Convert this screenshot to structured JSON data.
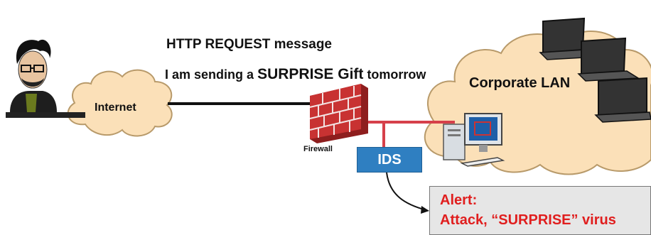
{
  "message": {
    "title": "HTTP REQUEST message",
    "body_prefix": "I am sending a",
    "body_emphasis": "SURPRISE Gift",
    "body_suffix": "tomorrow"
  },
  "nodes": {
    "internet_label": "Internet",
    "firewall_label": "Firewall",
    "lan_label": "Corporate LAN",
    "ids_label": "IDS"
  },
  "alert": {
    "line1": "Alert:",
    "line2": "Attack, “SURPRISE” virus"
  },
  "colors": {
    "firewall_brick": "#c83232",
    "ids_blue": "#2f7fc1",
    "cloud_fill": "#fbe0b8",
    "cloud_stroke": "#b89a6a",
    "alert_text": "#e01e1e",
    "link_red": "#d6404a"
  },
  "icons": {
    "attacker": "attacker-person-icon",
    "firewall": "brick-wall-icon",
    "workstation": "desktop-computer-icon",
    "laptops": "laptop-icon"
  }
}
